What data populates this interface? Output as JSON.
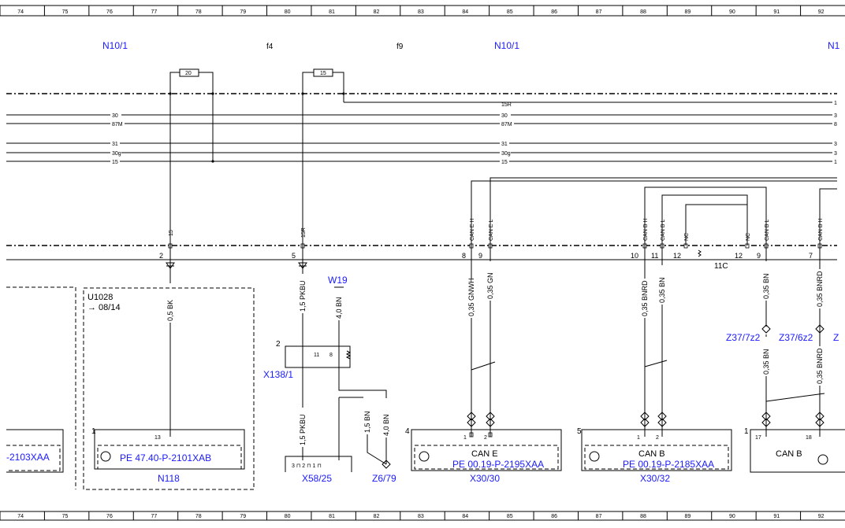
{
  "ruler": {
    "cells": [
      "74",
      "75",
      "76",
      "77",
      "78",
      "79",
      "80",
      "81",
      "82",
      "83",
      "84",
      "85",
      "86",
      "87",
      "88",
      "89",
      "90",
      "91",
      "92"
    ]
  },
  "top_labels": {
    "n10_left": "N10/1",
    "f4": "f4",
    "f9": "f9",
    "n10_mid": "N10/1",
    "n10_right": "N1"
  },
  "fuses": {
    "fuse_a": "20",
    "fuse_b": "15"
  },
  "buses": {
    "r15R": "15R",
    "r30": "30",
    "r87M": "87M",
    "r31": "31",
    "r30g": "30g",
    "r15": "15",
    "left_30": "30",
    "left_87M": "87M",
    "left_31": "31",
    "left_30g": "30g",
    "left_15": "15",
    "end_1": "1",
    "end_3a": "3",
    "end_8": "8",
    "end_3b": "3",
    "end_3c": "3",
    "end_1b": "1"
  },
  "connector_pins": {
    "p2": "2",
    "p5": "5",
    "p8": "8",
    "p9a": "9",
    "p10": "10",
    "p11": "11",
    "p12a": "12",
    "p12b": "12",
    "p9b": "9",
    "p7": "7",
    "c11": "11C"
  },
  "vertical_tags": {
    "t15a": "15",
    "t15b": "15R",
    "can_e_h": "CAN E H",
    "can_e_l": "CAN E L",
    "can_b_h1": "CAN B H",
    "can_b_l1": "CAN B L",
    "nc1": "NC",
    "nc2": "NC",
    "can_b_l2": "CAN B L",
    "can_b_h2": "CAN B H"
  },
  "wires": {
    "w_bk": "0,5 BK",
    "w_pkbu1": "1,5 PKBU",
    "w_bn4a": "4,0 BN",
    "w_gnwh": "0,35 GNWH",
    "w_gn": "0,35 GN",
    "w_bnrd1": "0,35 BNRD",
    "w_bn1": "0,35 BN",
    "w_bn2": "0,35 BN",
    "w_bnrd2": "0,35 BNRD",
    "w_pkbu2": "1,5 PKBU",
    "w_bn15": "1,5 BN",
    "w_bn4b": "4,0 BN",
    "w_bn3": "0,35 BN",
    "w_bnrd3": "0,35 BNRD"
  },
  "components": {
    "u1028": "U1028",
    "u1028_ref": "→ 08/14",
    "w19": "W19",
    "x138_num": "2",
    "x138_pin11": "11",
    "x138_pin8": "8",
    "x138": "X138/1",
    "left_ref": "-2103XAA",
    "n118_num": "1",
    "n118_pin": "13",
    "n118_ref": "PE 47.40-P-2101XAB",
    "n118": "N118",
    "x58_pins": "3 ⊓   2 ⊓   1 ⊓",
    "x58": "X58/25",
    "z679": "Z6/79",
    "x3030_num": "4",
    "x3030_pin1": "1",
    "x3030_pin2": "2",
    "x3030_can": "CAN E",
    "x3030_ref": "PE 00.19-P-2195XAA",
    "x3030": "X30/30",
    "x3032_num": "5",
    "x3032_pin1": "1",
    "x3032_pin2": "2",
    "x3032_can": "CAN B",
    "x3032_ref": "PE 00.19-P-2185XAA",
    "x3032": "X30/32",
    "z377": "Z37/7z2",
    "z376": "Z37/6z2",
    "z_cut": "Z",
    "rb_num": "1",
    "rb_pin17": "17",
    "rb_pin18": "18",
    "rb_can": "CAN B"
  }
}
